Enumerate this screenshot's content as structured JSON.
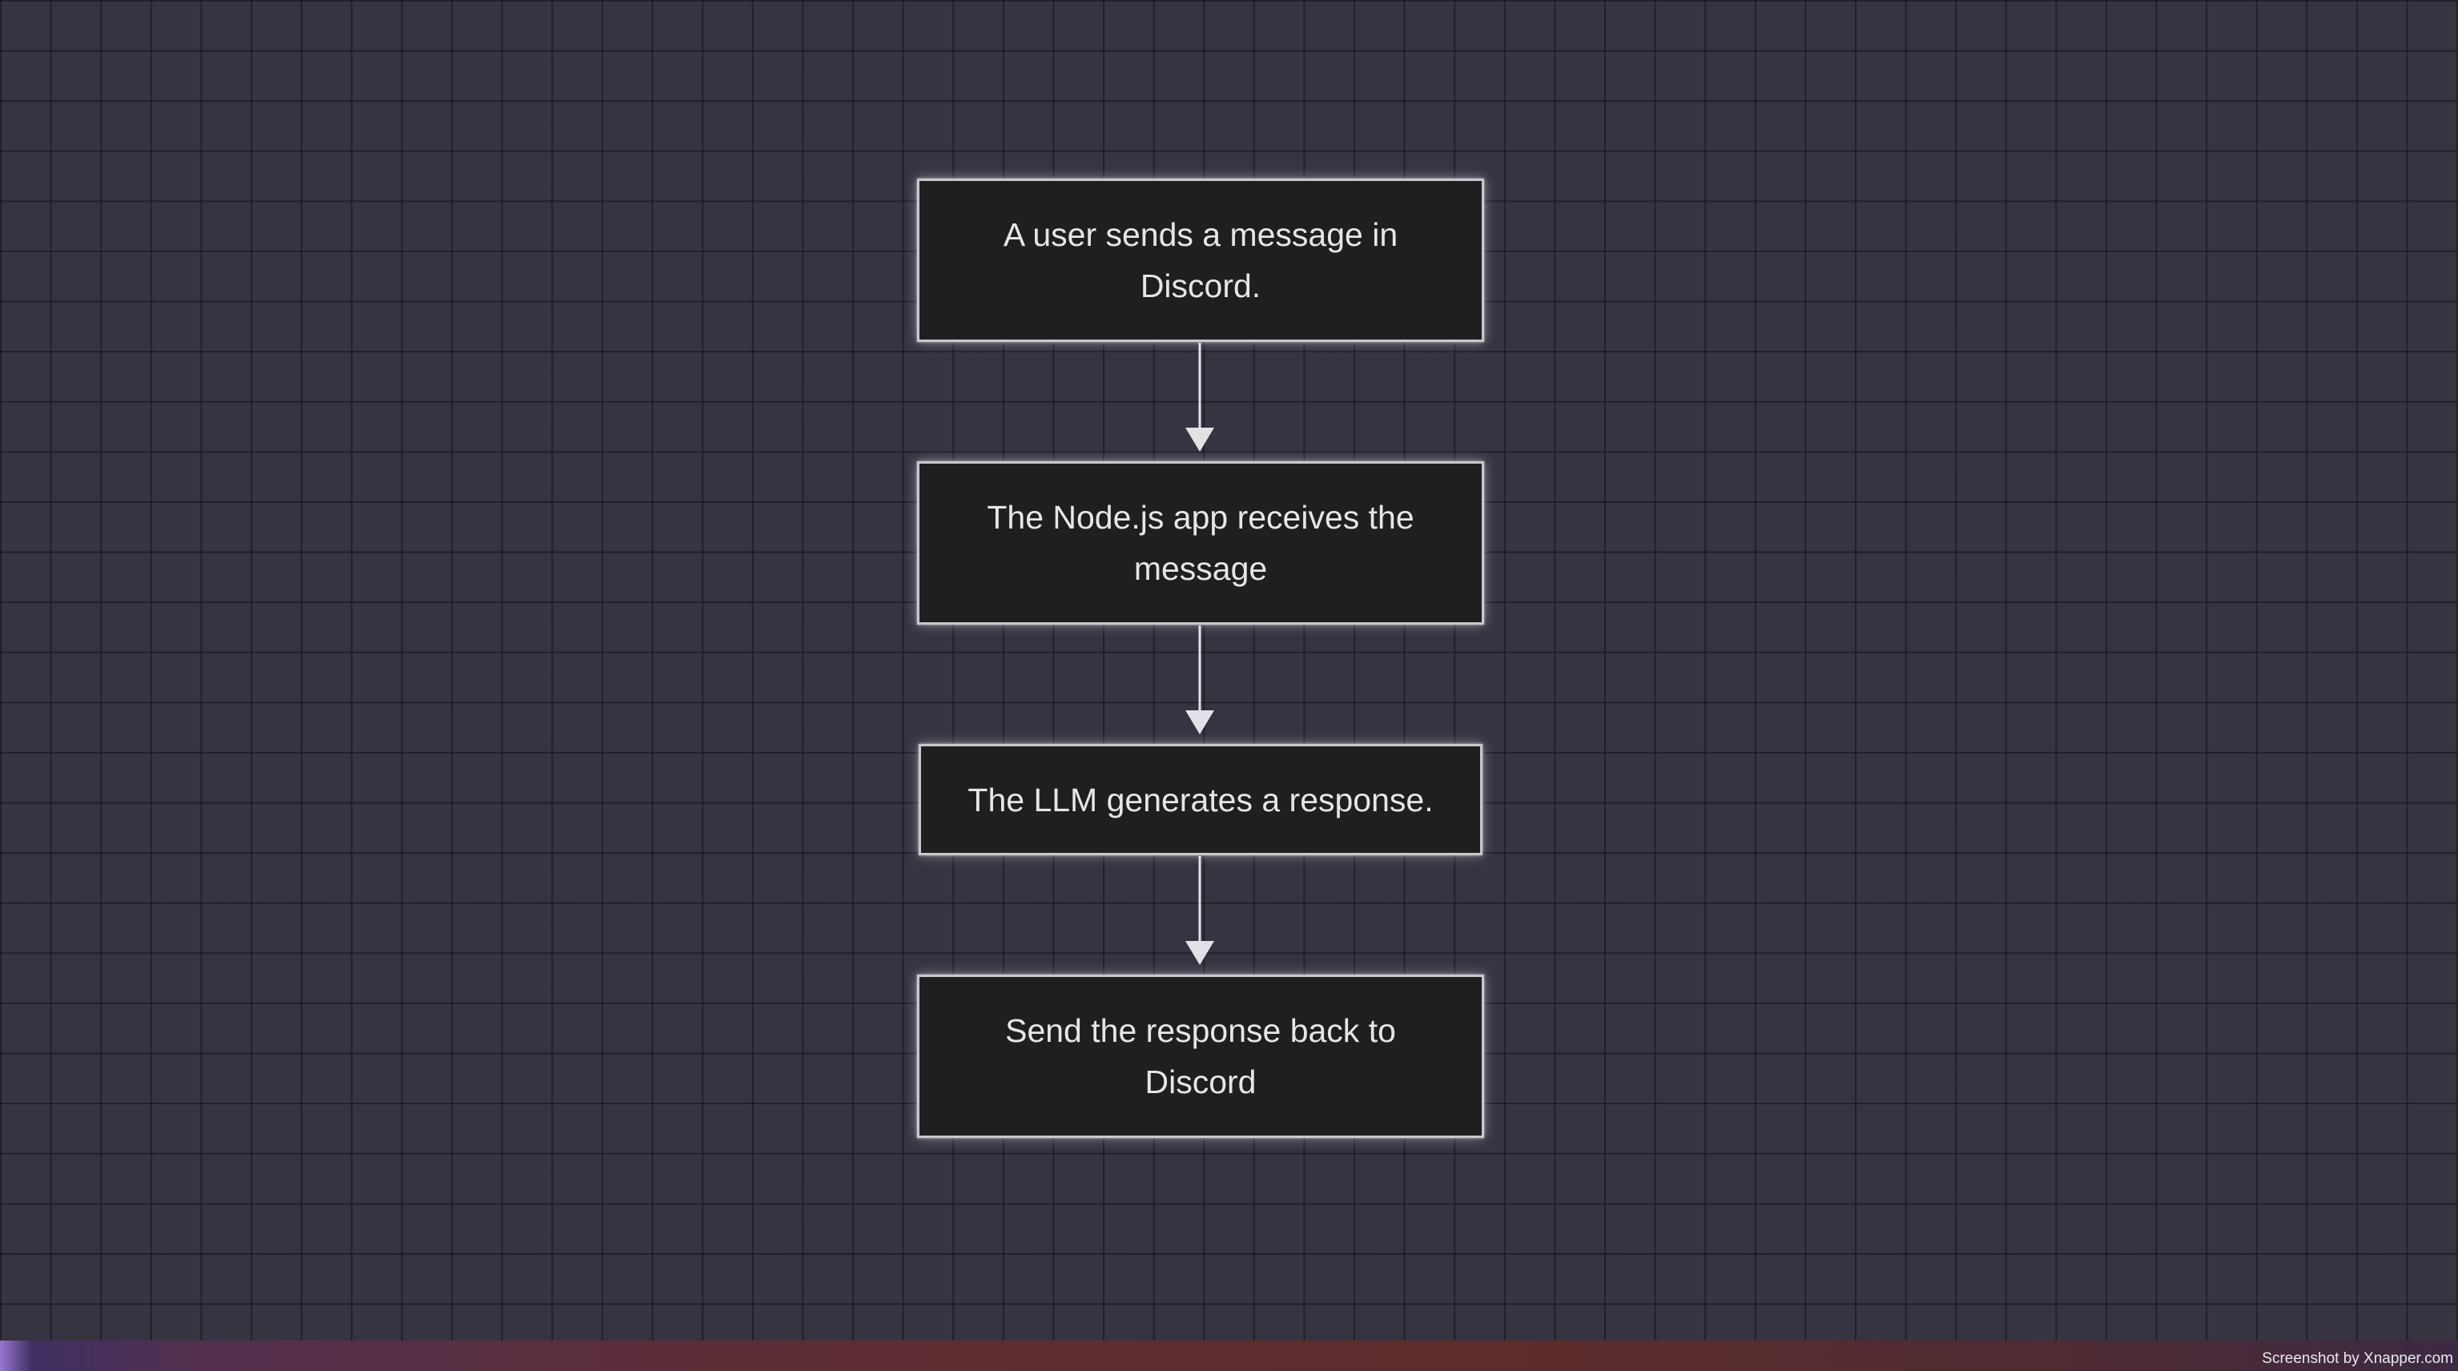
{
  "diagram": {
    "nodes": [
      {
        "id": "node-1",
        "lines": [
          "A user sends a message in",
          "Discord."
        ]
      },
      {
        "id": "node-2",
        "lines": [
          "The Node.js app receives the",
          "message"
        ]
      },
      {
        "id": "node-3",
        "lines": [
          "The LLM generates a response."
        ]
      },
      {
        "id": "node-4",
        "lines": [
          "Send the response back to",
          "Discord"
        ]
      }
    ],
    "edges": [
      {
        "from": "node-1",
        "to": "node-2"
      },
      {
        "from": "node-2",
        "to": "node-3"
      },
      {
        "from": "node-3",
        "to": "node-4"
      }
    ],
    "colors": {
      "canvas": "#363441",
      "grid": "#16161c",
      "node_fill": "#1f1f21",
      "node_border": "#c9c9cc",
      "text": "#e6e6e6",
      "arrow": "#e2e2e6"
    }
  },
  "watermark": "Screenshot by Xnapper.com"
}
